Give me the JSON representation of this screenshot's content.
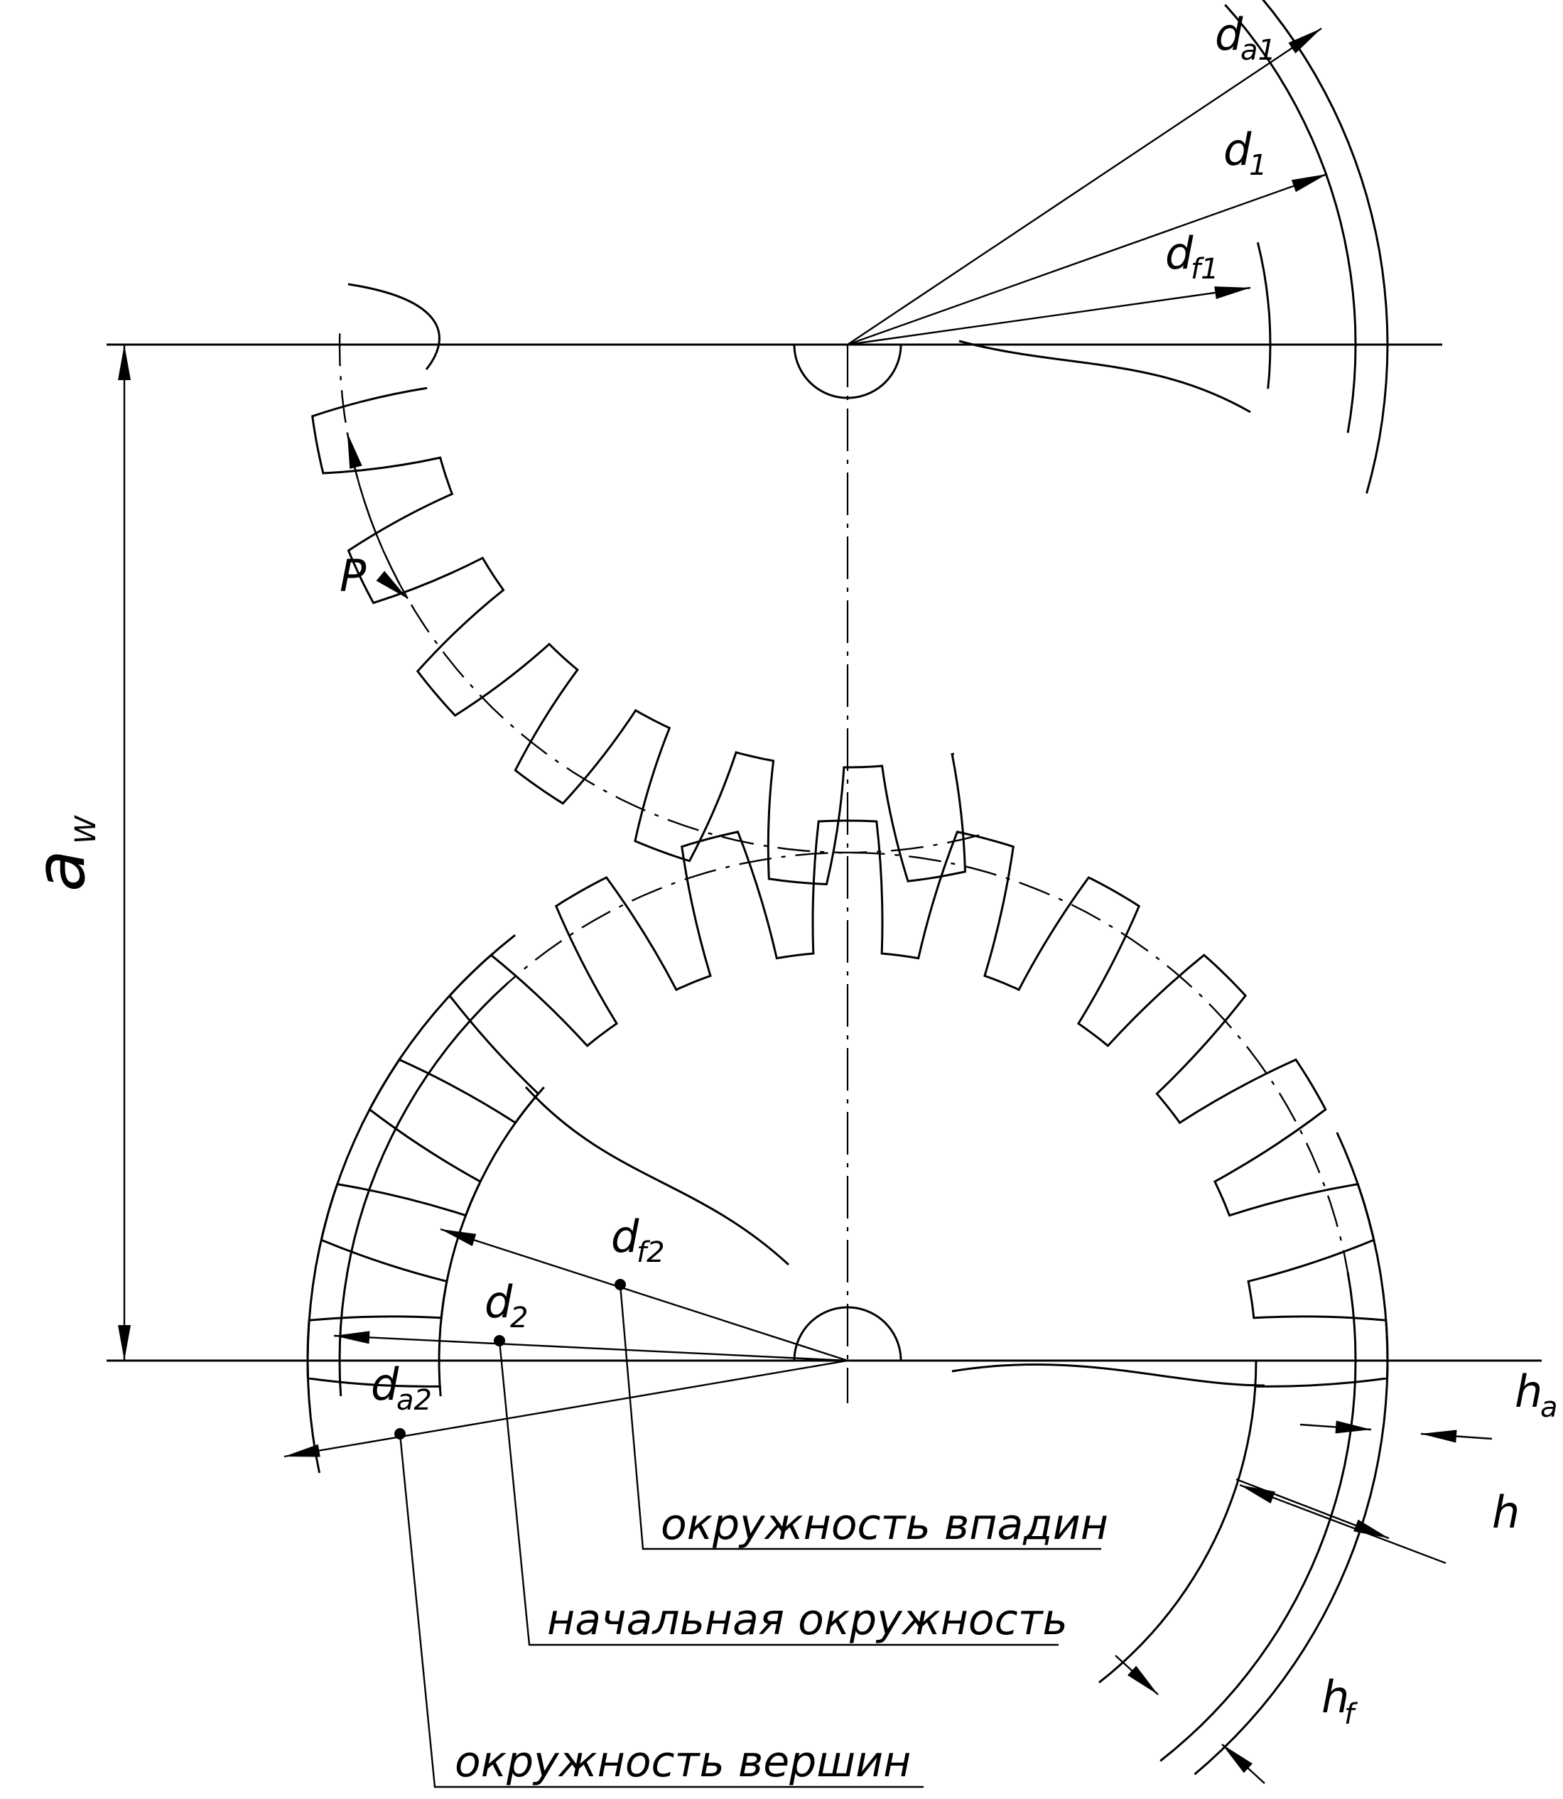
{
  "symbols": {
    "da1": {
      "main": "d",
      "sub": "a1"
    },
    "d1": {
      "main": "d",
      "sub": "1"
    },
    "df1": {
      "main": "d",
      "sub": "f1"
    },
    "da2": {
      "main": "d",
      "sub": "a2"
    },
    "d2": {
      "main": "d",
      "sub": "2"
    },
    "df2": {
      "main": "d",
      "sub": "f2"
    },
    "aw": {
      "main": "a",
      "sub": "W"
    },
    "p": {
      "main": "P"
    },
    "ha": {
      "main": "h",
      "sub": "a"
    },
    "h": {
      "main": "h"
    },
    "hf": {
      "main": "h",
      "sub": "f"
    }
  },
  "captions": {
    "root_circle": "окружность впадин",
    "pitch_circle": "начальная окружность",
    "tip_circle": "окружность вершин"
  }
}
